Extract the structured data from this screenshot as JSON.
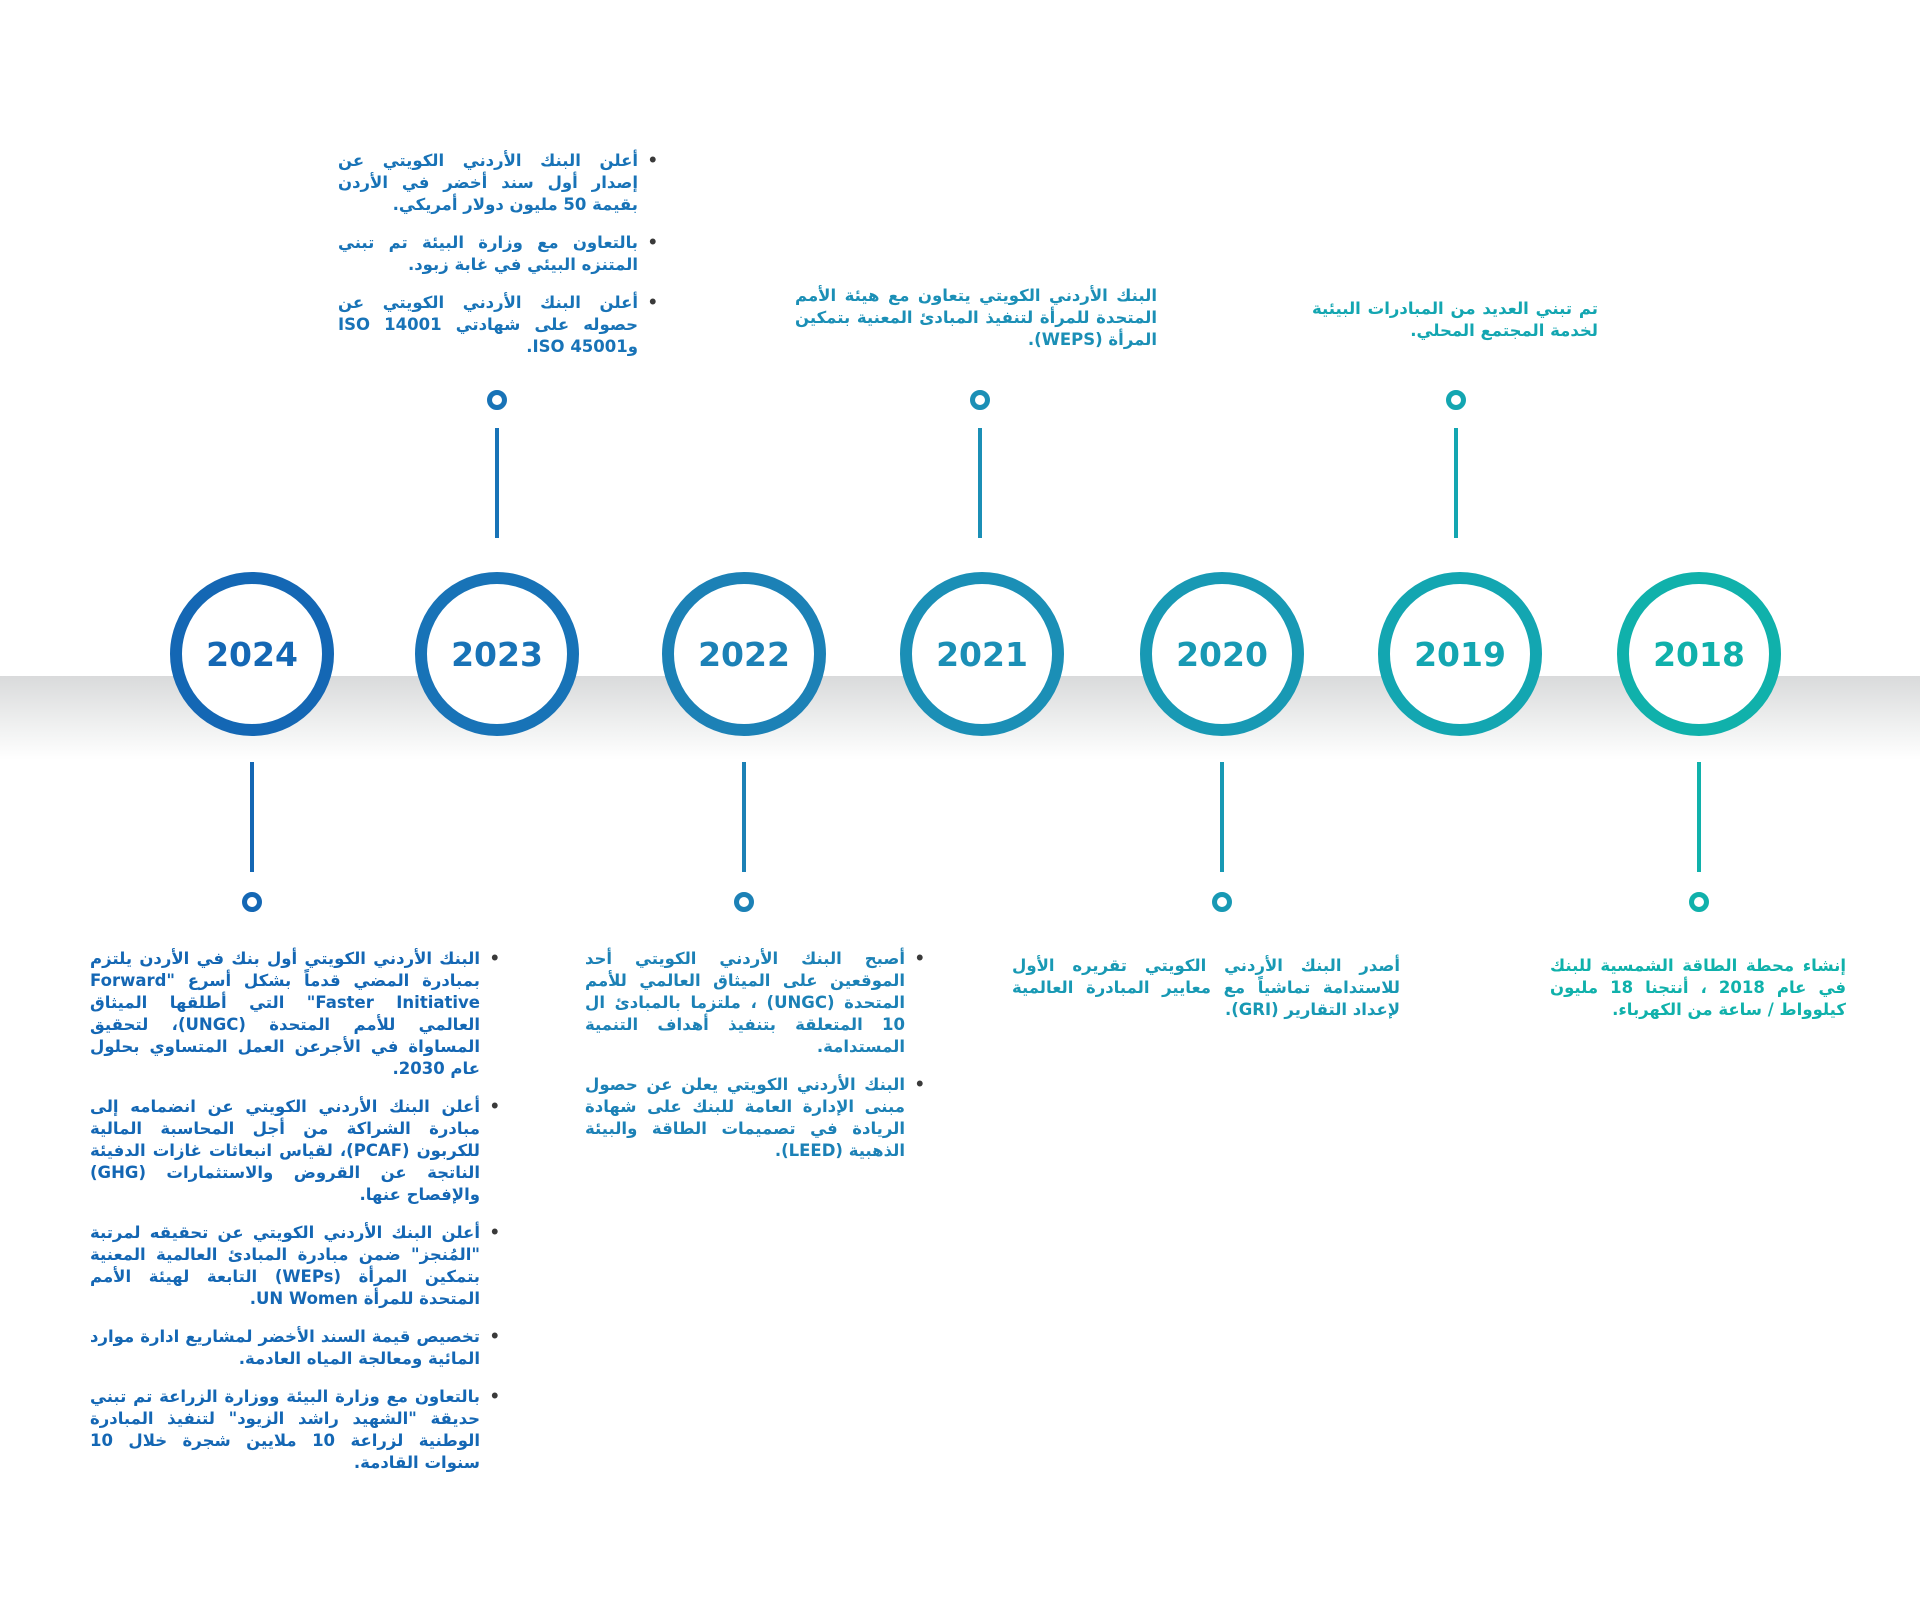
{
  "colors": {
    "2024": "#1467b4",
    "2023": "#1873b7",
    "2022": "#1c81b6",
    "2021": "#1b8fb6",
    "2020": "#1899b4",
    "2019": "#13a6b1",
    "2018": "#10b1ab"
  },
  "timeline": [
    {
      "year": "2024",
      "items": [
        "البنك الأردني الكويتي أول بنك في الأردن يلتزم بمبادرة المضي قدماً بشكل أسرع \"Forward Faster Initiative\" التي أطلقها الميثاق العالمي للأمم المتحدة (UNGC)، لتحقيق المساواة في الأجرعن العمل المتساوي بحلول عام 2030.",
        "أعلن البنك الأردني  الكويتي عن انضمامه إلى مبادرة الشراكة من أجل المحاسبة المالية للكربون (PCAF)، لقياس انبعاثات غازات الدفيئة الناتجة عن القروض والاستثمارات (GHG) والإفصاح عنها.",
        "أعلن البنك الأردني الكويتي عن تحقيقه لمرتبة \"المُنجز\" ضمن مبادرة المبادئ العالمية المعنية بتمكين المرأة (WEPs) التابعة لهيئة الأمم المتحدة للمرأة UN Women.",
        "تخصيص قيمة السند الأخضر لمشاريع ادارة موارد المائية ومعالجة المياه العادمة.",
        "بالتعاون مع وزارة البيئة ووزارة الزراعة تم تبني حديقة \"الشهيد راشد الزيود\" لتنفيذ المبادرة الوطنية لزراعة 10 ملايين شجرة خلال 10 سنوات القادمة."
      ]
    },
    {
      "year": "2023",
      "items": [
        "أعلن البنك الأردني الكويتي عن إصدار أول سند أخضر في الأردن بقيمة 50 مليون دولار أمريكي.",
        "بالتعاون مع وزارة البيئة تم تبني المتنزه البيئي في غابة زبود.",
        "أعلن البنك الأردني الكويتي عن حصوله على شهادتي ISO 14001 وISO 45001."
      ]
    },
    {
      "year": "2022",
      "items": [
        "أصبح البنك الأردني الكويتي أحد الموقعين على الميثاق العالمي للأمم المتحدة (UNGC) ، ملتزما بالمبادئ ال 10 المتعلقة بتنفيذ أهداف التنمية المستدامة.",
        "البنك الأردني الكويتي يعلن عن حصول مبنى الإدارة العامة للبنك على شهادة الريادة في تصميمات الطاقة والبيئة الذهبية (LEED)."
      ]
    },
    {
      "year": "2021",
      "text": "البنك الأردني الكويتي يتعاون مع هيئة الأمم المتحدة للمرأة لتنفيذ المبادئ المعنية بتمكين المرأة (WEPS)."
    },
    {
      "year": "2020",
      "text": "أصدر البنك الأردني الكويتي تقريره الأول للاستدامة تماشياً مع معايير المبادرة العالمية لإعداد التقارير (GRI)."
    },
    {
      "year": "2019",
      "text": "تم تبني العديد من المبادرات البيئية لخدمة المجتمع المحلي."
    },
    {
      "year": "2018",
      "text": "إنشاء محطة الطاقة الشمسية للبنك في عام 2018 ، أنتجنا 18 مليون كيلوواط / ساعة من الكهرباء."
    }
  ]
}
